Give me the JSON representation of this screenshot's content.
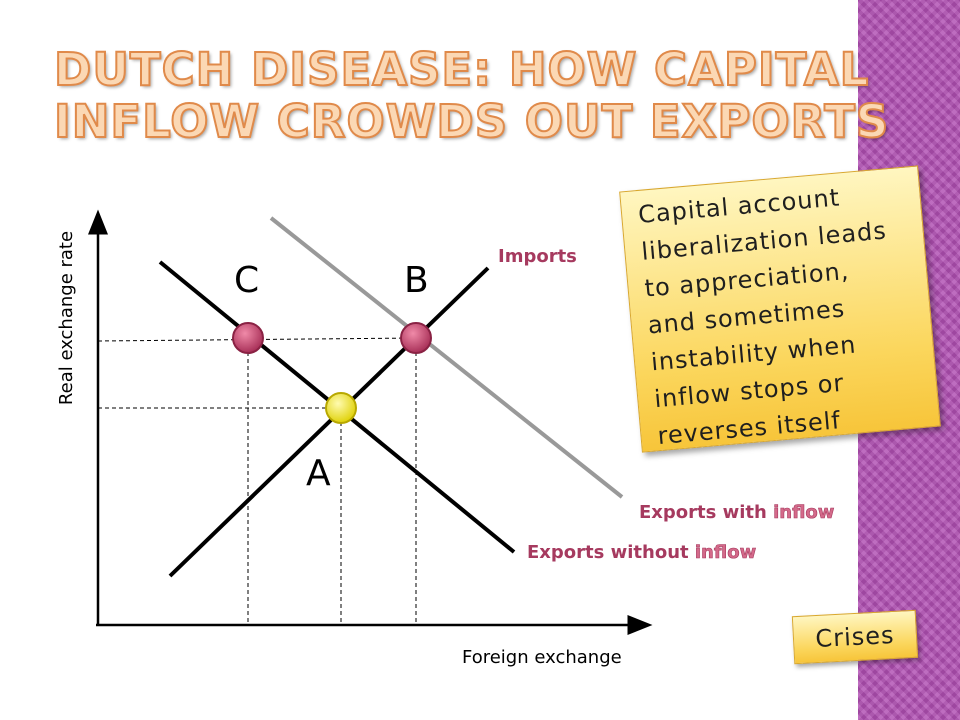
{
  "slide": {
    "title_lines": [
      "Dutch Disease: How Capital",
      "Inflow Crowds out Exports"
    ],
    "callout": {
      "lines": [
        "Capital account",
        "liberalization leads",
        "to appreciation,",
        "and sometimes",
        "instability when",
        "inflow stops or",
        "reverses itself"
      ]
    },
    "crises_button_label": "Crises"
  },
  "diagram": {
    "axes": {
      "x_label": "Foreign exchange",
      "y_label": "Real exchange rate"
    },
    "curves": {
      "imports": {
        "label": "Imports",
        "color": "#000000",
        "label_color": "#a63a5f"
      },
      "exports_without_inflow": {
        "label_main": "Exports without ",
        "label_accent": "inflow",
        "color": "#000000",
        "label_color": "#a63a5f"
      },
      "exports_with_inflow": {
        "label_main": "Exports with ",
        "label_accent": "inflow",
        "color": "#999999",
        "label_color": "#a63a5f"
      }
    },
    "points": {
      "A": {
        "label": "A",
        "color": "#f5ef2e"
      },
      "B": {
        "label": "B",
        "color": "#c8476e"
      },
      "C": {
        "label": "C",
        "color": "#c8476e"
      }
    }
  },
  "colors": {
    "accent_strip": "#b14fb3",
    "title_fill": "#fbd8b4",
    "title_stroke": "#e08a4a",
    "callout_fill": "#fbd65c"
  }
}
